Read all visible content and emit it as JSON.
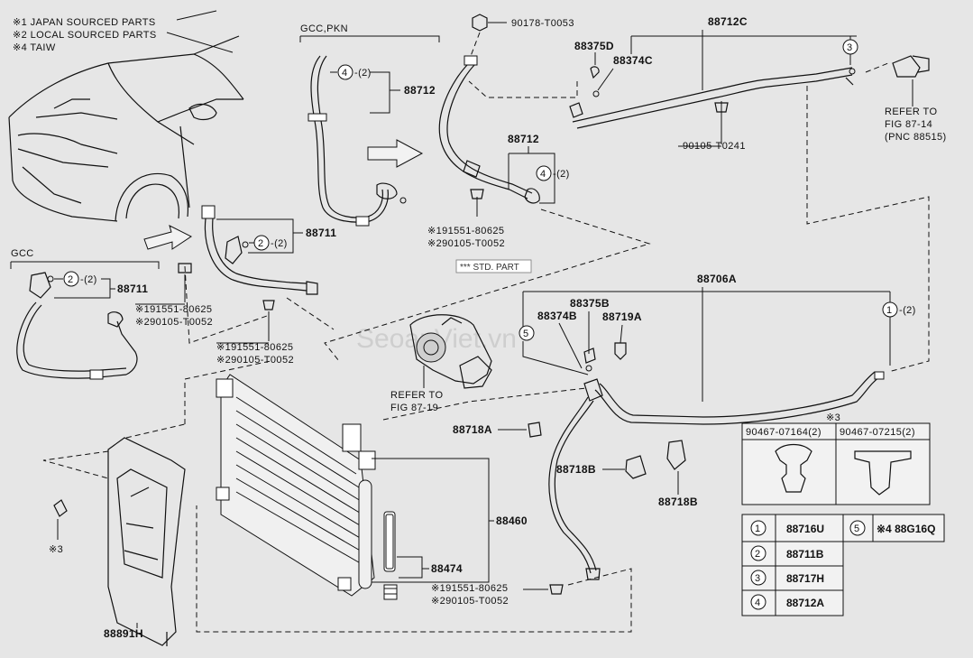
{
  "notes": {
    "n1": "※1 JAPAN SOURCED PARTS",
    "n2": "※2 LOCAL SOURCED PARTS",
    "n4": "※4 TAIW"
  },
  "labels": {
    "gcc_pkn": "GCC,PKN",
    "gcc": "GCC",
    "p88712_a": "88712",
    "p88712_b": "88712",
    "p88711_a": "88711",
    "p88711_b": "88711",
    "p90178": "90178-T0053",
    "p88712C": "88712C",
    "p88375D": "88375D",
    "p88374C": "88374C",
    "p90105_t0241": "90105-T0241",
    "refer_87_14_1": "REFER TO",
    "refer_87_14_2": "FIG 87-14",
    "refer_87_14_3": "(PNC 88515)",
    "bolt1_a": "※191551-80625",
    "bolt1_b": "※290105-T0052",
    "bolt2_a": "※191551-80625",
    "bolt2_b": "※290105-T0052",
    "bolt3_a": "※191551-80625",
    "bolt3_b": "※290105-T0052",
    "bolt4_a": "※191551-80625",
    "bolt4_b": "※290105-T0052",
    "std_part": "*** STD. PART",
    "p88706A": "88706A",
    "p88375B": "88375B",
    "p88374B": "88374B",
    "p88719A": "88719A",
    "refer_87_19_1": "REFER TO",
    "refer_87_19_2": "FIG 87-19",
    "p88718A": "88718A",
    "p88718B_a": "88718B",
    "p88718B_b": "88718B",
    "p88460": "88460",
    "p88474": "88474",
    "p88891H": "88891H",
    "mark3_a": "※3",
    "mark3_b": "※3",
    "c4": "4",
    "c2a": "2",
    "c2b": "2",
    "c2c": "2",
    "c3": "3",
    "c4b": "4",
    "c5": "5",
    "c1": "1",
    "qty2": "-(2)",
    "watermark": "SeoanViet.vn"
  },
  "clips": [
    {
      "part": "90467-07164(2)"
    },
    {
      "part": "90467-07215(2)"
    }
  ],
  "legend": [
    {
      "num": "1",
      "part": "88716U"
    },
    {
      "num": "5",
      "part": "※4 88G16Q"
    },
    {
      "num": "2",
      "part": "88711B"
    },
    {
      "num": "3",
      "part": "88717H"
    },
    {
      "num": "4",
      "part": "88712A"
    }
  ]
}
